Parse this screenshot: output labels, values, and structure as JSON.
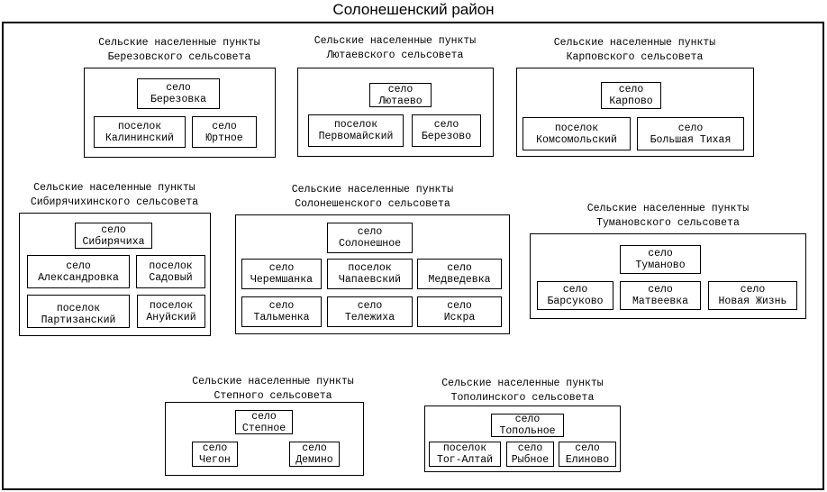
{
  "title": "Солонешенский район",
  "groups": [
    {
      "caption1": "Сельские населенные пункты",
      "caption2": "Березовского сельсовета",
      "nodes": [
        {
          "type": "село",
          "name": "Березовка"
        },
        {
          "type": "поселок",
          "name": "Калининский"
        },
        {
          "type": "село",
          "name": "Юртное"
        }
      ]
    },
    {
      "caption1": "Сельские населенные пункты",
      "caption2": "Лютаевского сельсовета",
      "nodes": [
        {
          "type": "село",
          "name": "Лютаево"
        },
        {
          "type": "поселок",
          "name": "Первомайский"
        },
        {
          "type": "село",
          "name": "Березово"
        }
      ]
    },
    {
      "caption1": "Сельские населенные пункты",
      "caption2": "Карповского сельсовета",
      "nodes": [
        {
          "type": "село",
          "name": "Карпово"
        },
        {
          "type": "поселок",
          "name": "Комсомольский"
        },
        {
          "type": "село",
          "name": "Большая Тихая"
        }
      ]
    },
    {
      "caption1": "Сельские населенные пункты",
      "caption2": "Сибирячихинского сельсовета",
      "nodes": [
        {
          "type": "село",
          "name": "Сибирячиха"
        },
        {
          "type": "село",
          "name": "Александровка"
        },
        {
          "type": "поселок",
          "name": "Садовый"
        },
        {
          "type": "поселок",
          "name": "Партизанский"
        },
        {
          "type": "поселок",
          "name": "Ануйский"
        }
      ]
    },
    {
      "caption1": "Сельские населенные пункты",
      "caption2": "Солонешенского сельсовета",
      "nodes": [
        {
          "type": "село",
          "name": "Солонешное"
        },
        {
          "type": "село",
          "name": "Черемшанка"
        },
        {
          "type": "поселок",
          "name": "Чапаевский"
        },
        {
          "type": "село",
          "name": "Медведевка"
        },
        {
          "type": "село",
          "name": "Тальменка"
        },
        {
          "type": "село",
          "name": "Тележиха"
        },
        {
          "type": "село",
          "name": "Искра"
        }
      ]
    },
    {
      "caption1": "Сельские населенные пункты",
      "caption2": "Тумановского сельсовета",
      "nodes": [
        {
          "type": "село",
          "name": "Туманово"
        },
        {
          "type": "село",
          "name": "Барсуково"
        },
        {
          "type": "село",
          "name": "Матвеевка"
        },
        {
          "type": "село",
          "name": "Новая Жизнь"
        }
      ]
    },
    {
      "caption1": "Сельские населенные пункты",
      "caption2": "Степного сельсовета",
      "nodes": [
        {
          "type": "село",
          "name": "Степное"
        },
        {
          "type": "село",
          "name": "Чегон"
        },
        {
          "type": "село",
          "name": "Демино"
        }
      ]
    },
    {
      "caption1": "Сельские населенные пункты",
      "caption2": "Тополинского сельсовета",
      "nodes": [
        {
          "type": "село",
          "name": "Топольное"
        },
        {
          "type": "поселок",
          "name": "Тог-Алтай"
        },
        {
          "type": "село",
          "name": "Рыбное"
        },
        {
          "type": "село",
          "name": "Елиново"
        }
      ]
    }
  ]
}
